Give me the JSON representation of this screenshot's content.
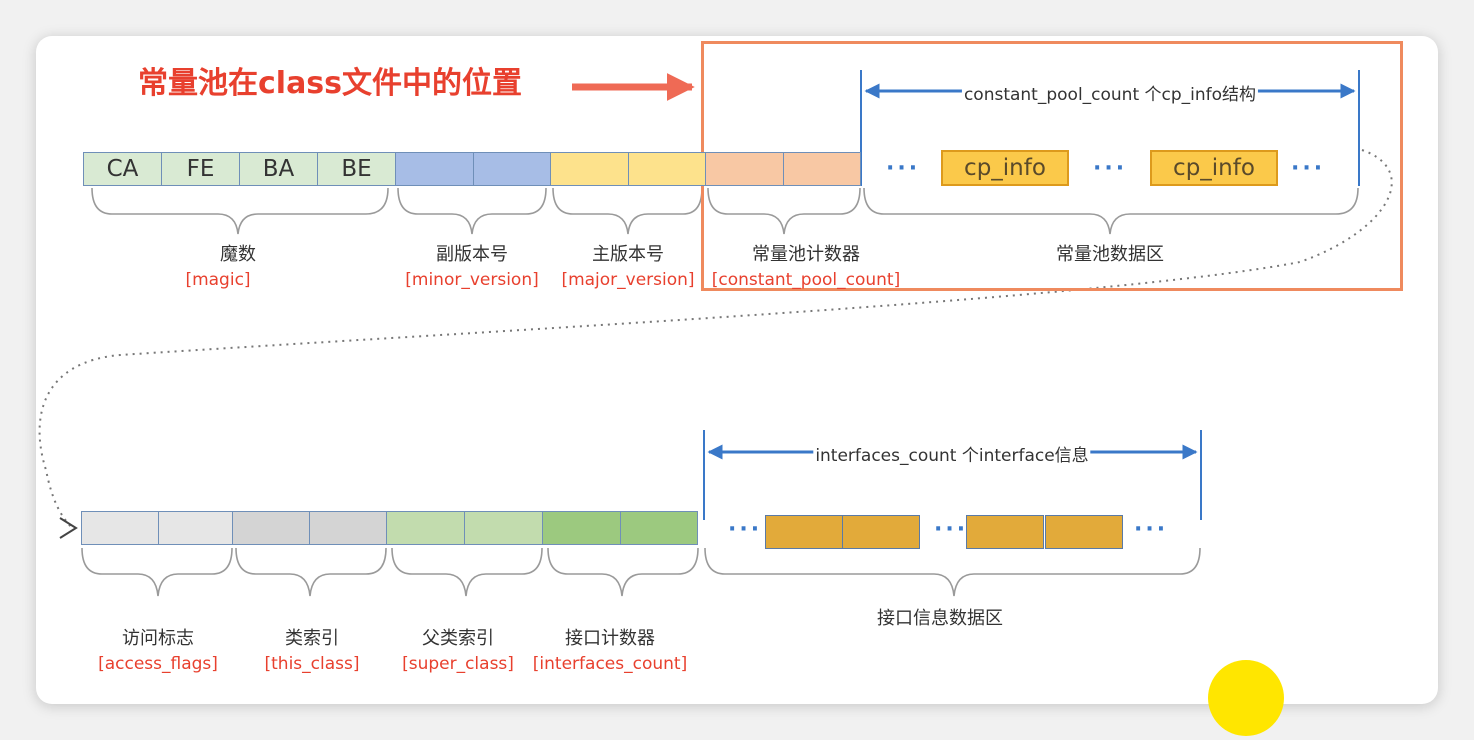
{
  "heading": "常量池在class文件中的位置",
  "row1": {
    "magic_cells": [
      "CA",
      "FE",
      "BA",
      "BE"
    ],
    "cp_info_label": "cp_info",
    "dots": "···",
    "span_text": "constant_pool_count 个cp_info结构",
    "groups": [
      {
        "cn": "魔数",
        "en": "[magic]"
      },
      {
        "cn": "副版本号",
        "en": "[minor_version]"
      },
      {
        "cn": "主版本号",
        "en": "[major_version]"
      },
      {
        "cn": "常量池计数器",
        "en": "[constant_pool_count]"
      },
      {
        "cn": "常量池数据区",
        "en": ""
      }
    ]
  },
  "row2": {
    "dots": "···",
    "span_text": "interfaces_count 个interface信息",
    "groups": [
      {
        "cn": "访问标志",
        "en": "[access_flags]"
      },
      {
        "cn": "类索引",
        "en": "[this_class]"
      },
      {
        "cn": "父类索引",
        "en": "[super_class]"
      },
      {
        "cn": "接口计数器",
        "en": "[interfaces_count]"
      },
      {
        "cn": "接口信息数据区",
        "en": ""
      }
    ]
  },
  "colors": {
    "magic": "#d9ead3",
    "minor": "#a7bde6",
    "major": "#fde28c",
    "cp_count": "#f8c8a4",
    "access": "#e6e6e6",
    "this_class": "#d4d4d4",
    "super_class": "#c2dcae",
    "if_count": "#9cc97f",
    "accent_red": "#e8402e",
    "arrow_blue": "#3a78c8"
  }
}
